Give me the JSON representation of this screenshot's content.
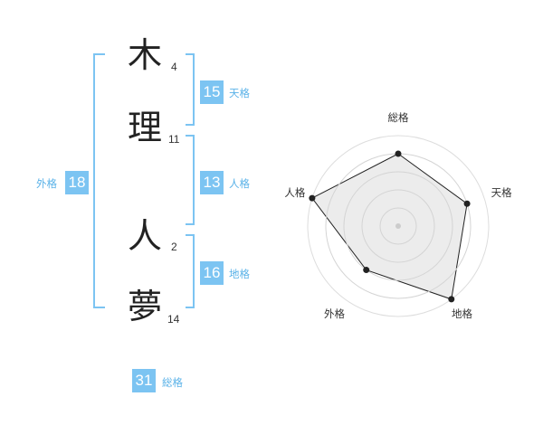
{
  "name_chars": [
    {
      "char": "木",
      "strokes": "4"
    },
    {
      "char": "理",
      "strokes": "11"
    },
    {
      "char": "人",
      "strokes": "2"
    },
    {
      "char": "夢",
      "strokes": "14"
    }
  ],
  "kaku": {
    "tenkaku": {
      "value": "15",
      "label": "天格"
    },
    "jinkaku": {
      "value": "13",
      "label": "人格"
    },
    "chikaku": {
      "value": "16",
      "label": "地格"
    },
    "gaikaku": {
      "value": "18",
      "label": "外格"
    },
    "soukaku": {
      "value": "31",
      "label": "総格"
    }
  },
  "colors": {
    "accent": "#7cc4f2",
    "bracket": "#7cc4f2",
    "text": "#222222",
    "radar_fill": "#eeeeee"
  },
  "chart_data": {
    "type": "radar",
    "axes": [
      "総格",
      "天格",
      "地格",
      "外格",
      "人格"
    ],
    "max": 5,
    "values": [
      4,
      4,
      5,
      3,
      5
    ],
    "grid_rings": 5
  }
}
